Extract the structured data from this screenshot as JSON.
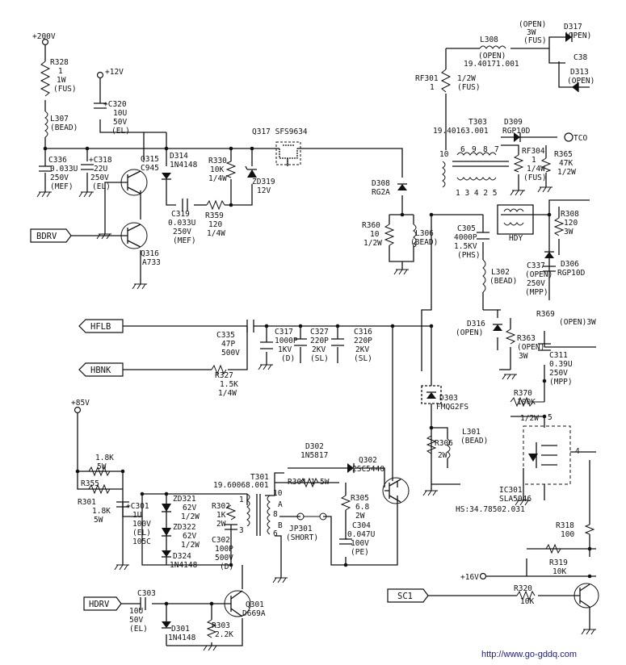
{
  "rails": {
    "v200": "+200V",
    "v12": "+12V",
    "v85": "+85V",
    "v16": "+16V",
    "tco": "TCO"
  },
  "ports": {
    "bdrv": "BDRV",
    "hflb": "HFLB",
    "hbnk": "HBNK",
    "hdrv": "HDRV",
    "sc1": "SC1"
  },
  "components": {
    "r328": [
      "R328",
      "1",
      "1W",
      "(FUS)"
    ],
    "l307": [
      "L307",
      "(BEAD)"
    ],
    "c320": [
      "+C320",
      "10U",
      "50V",
      "(EL)"
    ],
    "c336": [
      "C336",
      "0.033U",
      "250V",
      "(MEF)"
    ],
    "c318": [
      "+C318",
      "22U",
      "250V",
      "(EL)"
    ],
    "q315": [
      "Q315",
      "C945"
    ],
    "d314": [
      "D314",
      "1N4148"
    ],
    "r330": [
      "R330",
      "10K",
      "1/4W"
    ],
    "q317": "Q317 SFS9634",
    "zd319": [
      "ZD319",
      "12V"
    ],
    "c319": [
      "C319",
      "0.033U",
      "250V",
      "(MEF)"
    ],
    "r359": [
      "R359",
      "120",
      "1/4W"
    ],
    "q316": [
      "Q316",
      "A733"
    ],
    "l308": [
      "L308",
      "(OPEN)",
      "19.40171.001"
    ],
    "open3w": [
      "(OPEN)",
      "3W",
      "(FUS)"
    ],
    "d317": [
      "D317",
      "(OPEN)"
    ],
    "c38x": "C38",
    "d313": [
      "D313",
      "(OPEN)"
    ],
    "rf301": [
      "RF301",
      "1",
      "1/2W",
      "(FUS)"
    ],
    "t303": [
      "T303",
      "19.40163.001"
    ],
    "d309": [
      "D309",
      "RGP10D"
    ],
    "rf304": [
      "RF304",
      "1",
      "1/4W",
      "(FUS)"
    ],
    "r365": [
      "R365",
      "47K",
      "1/2W"
    ],
    "d308": [
      "D308",
      "RG2A"
    ],
    "r360": [
      "R360",
      "10",
      "1/2W"
    ],
    "l306": [
      "L306",
      "(BEAD)"
    ],
    "c305": [
      "C305",
      "4000P",
      "1.5KV",
      "(PHS)"
    ],
    "hdy": "HDY",
    "r308": [
      "R308",
      "120",
      "3W"
    ],
    "l302": [
      "L302",
      "(BEAD)"
    ],
    "c337": [
      "C337",
      "(OPEN)",
      "250V",
      "(MPP)"
    ],
    "d306": [
      "D306",
      "RGP10D"
    ],
    "d316": [
      "D316",
      "(OPEN)"
    ],
    "r369": [
      "R369",
      "(OPEN)3W"
    ],
    "r363": [
      "R363",
      "(OPEN)",
      "3W"
    ],
    "c311": [
      "C311",
      "0.39U",
      "250V",
      "(MPP)"
    ],
    "c335": [
      "C335",
      "47P",
      "500V"
    ],
    "c317": [
      "C317",
      "1000P",
      "1KV",
      "(D)"
    ],
    "c327": [
      "C327",
      "220P",
      "2KV",
      "(SL)"
    ],
    "c316": [
      "C316",
      "220P",
      "2KV",
      "(SL)"
    ],
    "r327": [
      "R327",
      "1.5K",
      "1/4W"
    ],
    "d303": [
      "D303",
      "FMQG2FS"
    ],
    "r370": [
      "R370",
      "100K",
      "1/2W"
    ],
    "r306": [
      "R306",
      "2W"
    ],
    "l301": [
      "L301",
      "(BEAD)"
    ],
    "r355": [
      "1.8K",
      "5W",
      "R355"
    ],
    "r301": [
      "R301",
      "1.8K",
      "5W"
    ],
    "c301": [
      "+C301",
      "1U",
      "100V",
      "(EL)",
      "105C"
    ],
    "t301": [
      "T301",
      "19.60068.001"
    ],
    "d302": [
      "D302",
      "1N5817"
    ],
    "q302": [
      "Q302",
      "2SC5440"
    ],
    "r304": "R304 1 5W",
    "zd321": [
      "ZD321",
      "62V",
      "1/2W"
    ],
    "zd322": [
      "ZD322",
      "62V",
      "1/2W"
    ],
    "d324": [
      "D324",
      "1N4148"
    ],
    "r302": [
      "R302",
      "1K",
      "2W"
    ],
    "c302": [
      "C302",
      "100P",
      "500V",
      "(D)"
    ],
    "r305": [
      "R305",
      "6.8",
      "2W"
    ],
    "jp301": [
      "JP301",
      "(SHORT)"
    ],
    "c304": [
      "C304",
      "0.047U",
      "100V",
      "(PE)"
    ],
    "ic301": [
      "IC301",
      "SLA5046",
      "HS:34.78502.031"
    ],
    "r318": [
      "R318",
      "100"
    ],
    "r319": [
      "R319",
      "10K"
    ],
    "r320": [
      "R320",
      "10K"
    ],
    "c303": [
      "C303",
      "10U",
      "50V",
      "(EL)"
    ],
    "q301": [
      "Q301",
      "D669A"
    ],
    "d301": [
      "D301",
      "1N4148"
    ],
    "r303": [
      "R303",
      "2.2K"
    ]
  },
  "pins": {
    "t303_top": [
      "10",
      "6",
      "9",
      "8",
      "7"
    ],
    "t303_bot": "1 3 4 2 5",
    "t301": [
      "1",
      "3",
      "10",
      "8",
      "6"
    ],
    "t301_ab": [
      "A",
      "B"
    ],
    "ic_pins": [
      "5",
      "4"
    ]
  },
  "watermark": "http://www.go-gddq.com"
}
